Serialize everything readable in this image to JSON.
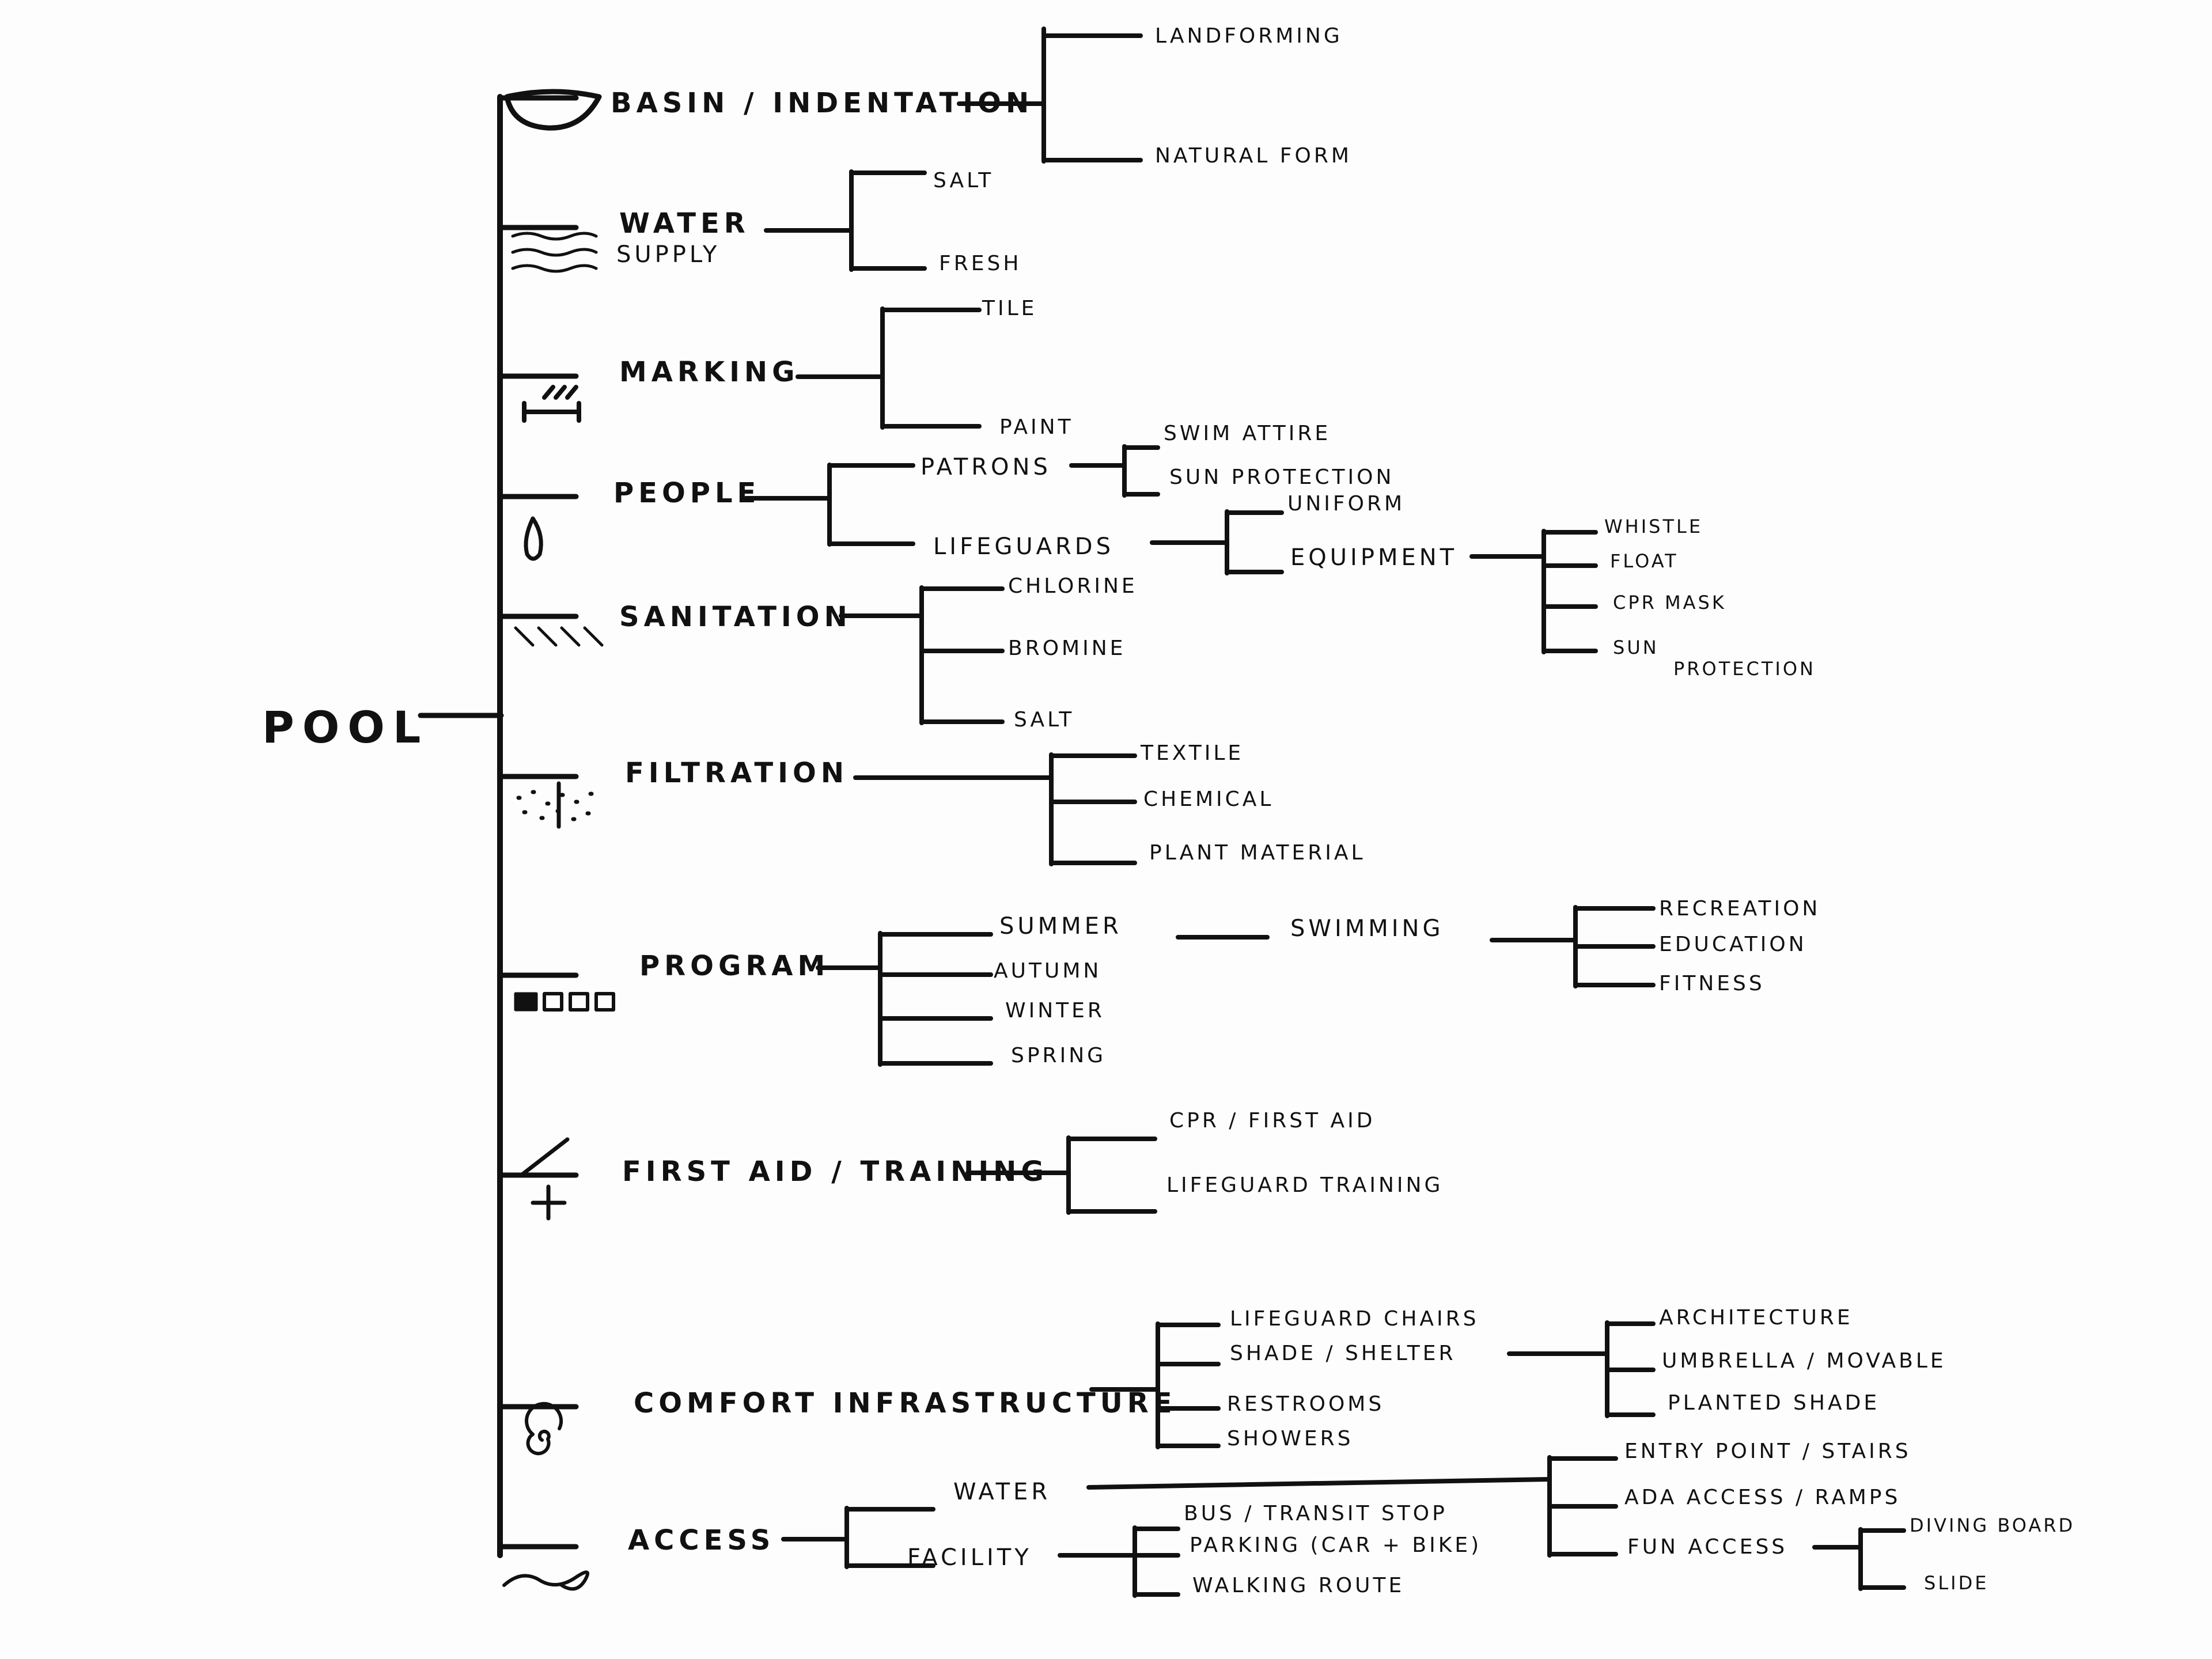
{
  "colors": {
    "ink": "#111111",
    "paper": "#fdfdfd"
  },
  "tree": {
    "root": "POOL",
    "categories": [
      {
        "label": "BASIN / INDENTATION",
        "icon": "basin-curve-icon",
        "children": [
          {
            "label": "LANDFORMING"
          },
          {
            "label": "NATURAL FORM"
          }
        ]
      },
      {
        "label": "WATER",
        "label_line2": "SUPPLY",
        "icon": "water-waves-icon",
        "children": [
          {
            "label": "SALT"
          },
          {
            "label": "FRESH"
          }
        ]
      },
      {
        "label": "MARKING",
        "icon": "lane-marking-icon",
        "children": [
          {
            "label": "TILE"
          },
          {
            "label": "PAINT"
          }
        ]
      },
      {
        "label": "PEOPLE",
        "icon": "person-icon",
        "children": [
          {
            "label": "PATRONS",
            "children": [
              {
                "label": "SWIM ATTIRE"
              },
              {
                "label": "SUN PROTECTION"
              }
            ]
          },
          {
            "label": "LIFEGUARDS",
            "children": [
              {
                "label": "UNIFORM"
              },
              {
                "label": "EQUIPMENT",
                "children": [
                  {
                    "label": "WHISTLE"
                  },
                  {
                    "label": "FLOAT"
                  },
                  {
                    "label": "CPR MASK"
                  },
                  {
                    "label": "SUN",
                    "label_line2": "PROTECTION"
                  }
                ]
              }
            ]
          }
        ]
      },
      {
        "label": "SANITATION",
        "icon": "hatch-lines-icon",
        "children": [
          {
            "label": "CHLORINE"
          },
          {
            "label": "BROMINE"
          },
          {
            "label": "SALT"
          }
        ]
      },
      {
        "label": "FILTRATION",
        "icon": "dotted-filter-icon",
        "children": [
          {
            "label": "TEXTILE"
          },
          {
            "label": "CHEMICAL"
          },
          {
            "label": "PLANT MATERIAL"
          }
        ]
      },
      {
        "label": "PROGRAM",
        "icon": "squares-row-icon",
        "children": [
          {
            "label": "SUMMER",
            "children": [
              {
                "label": "SWIMMING",
                "children": [
                  {
                    "label": "RECREATION"
                  },
                  {
                    "label": "EDUCATION"
                  },
                  {
                    "label": "FITNESS"
                  }
                ]
              }
            ]
          },
          {
            "label": "AUTUMN"
          },
          {
            "label": "WINTER"
          },
          {
            "label": "SPRING"
          }
        ]
      },
      {
        "label": "FIRST AID / TRAINING",
        "icon": "first-aid-cross-icon",
        "children": [
          {
            "label": "CPR / FIRST AID"
          },
          {
            "label": "LIFEGUARD TRAINING"
          }
        ]
      },
      {
        "label": "COMFORT INFRASTRUCTURE",
        "icon": "spiral-icon",
        "children": [
          {
            "label": "LIFEGUARD CHAIRS"
          },
          {
            "label": "SHADE / SHELTER",
            "children": [
              {
                "label": "ARCHITECTURE"
              },
              {
                "label": "UMBRELLA / MOVABLE"
              },
              {
                "label": "PLANTED SHADE"
              }
            ]
          },
          {
            "label": "RESTROOMS"
          },
          {
            "label": "SHOWERS"
          }
        ]
      },
      {
        "label": "ACCESS",
        "icon": "wave-squiggle-icon",
        "children": [
          {
            "label": "WATER",
            "children": [
              {
                "label": "ENTRY POINT / STAIRS"
              },
              {
                "label": "ADA ACCESS / RAMPS"
              },
              {
                "label": "FUN ACCESS",
                "children": [
                  {
                    "label": "DIVING BOARD"
                  },
                  {
                    "label": "SLIDE"
                  }
                ]
              }
            ]
          },
          {
            "label": "FACILITY",
            "children": [
              {
                "label": "BUS / TRANSIT STOP"
              },
              {
                "label": "PARKING (CAR + BIKE)"
              },
              {
                "label": "WALKING ROUTE"
              }
            ]
          }
        ]
      }
    ]
  }
}
